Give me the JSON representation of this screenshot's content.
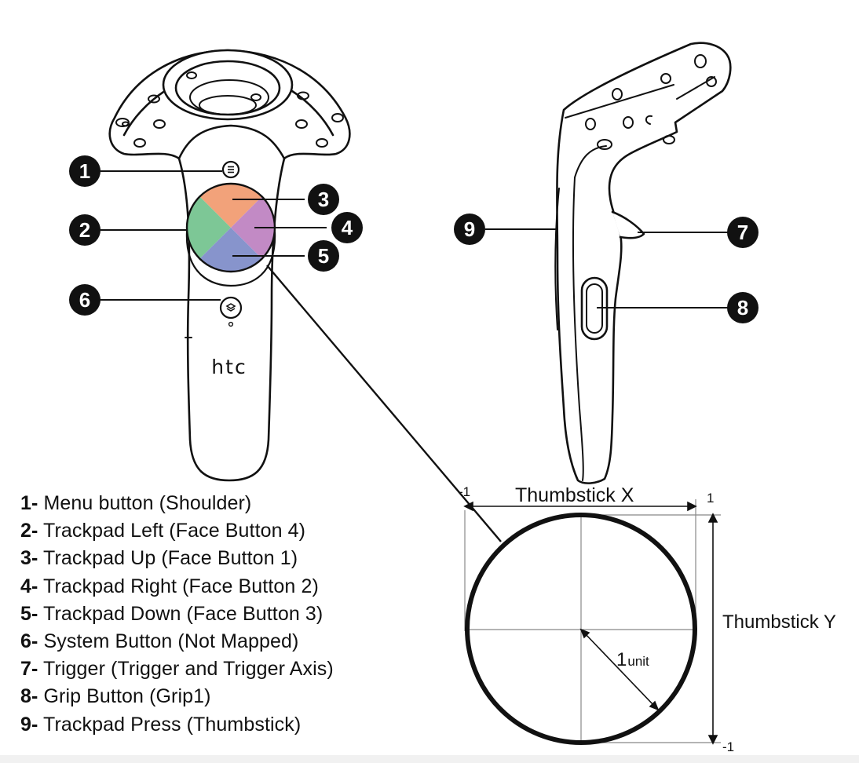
{
  "legend": [
    {
      "num": "1-",
      "text": " Menu button (Shoulder)"
    },
    {
      "num": "2-",
      "text": " Trackpad Left (Face Button 4)"
    },
    {
      "num": "3-",
      "text": " Trackpad Up (Face Button 1)"
    },
    {
      "num": "4-",
      "text": " Trackpad Right (Face Button 2)"
    },
    {
      "num": "5-",
      "text": " Trackpad Down (Face Button 3)"
    },
    {
      "num": "6-",
      "text": " System Button (Not Mapped)"
    },
    {
      "num": "7-",
      "text": " Trigger (Trigger and Trigger Axis)"
    },
    {
      "num": "8-",
      "text": " Grip Button (Grip1)"
    },
    {
      "num": "9-",
      "text": " Trackpad Press (Thumbstick)"
    }
  ],
  "badges": [
    "1",
    "2",
    "3",
    "4",
    "5",
    "6",
    "7",
    "8",
    "9"
  ],
  "brand_logo": "htc",
  "axis": {
    "x_label": "Thumbstick X",
    "y_label": "Thumbstick Y",
    "x_min": "-1",
    "x_max": "1",
    "y_min": "-1",
    "radius_num": "1",
    "radius_unit": "unit"
  },
  "colors": {
    "trackpad_up": "#f2a27a",
    "trackpad_left": "#7dc796",
    "trackpad_right": "#c28ac5",
    "trackpad_down": "#8794cc",
    "outline": "#111111",
    "badge": "#111111"
  },
  "icons": [
    "menu-icon",
    "system-icon"
  ]
}
